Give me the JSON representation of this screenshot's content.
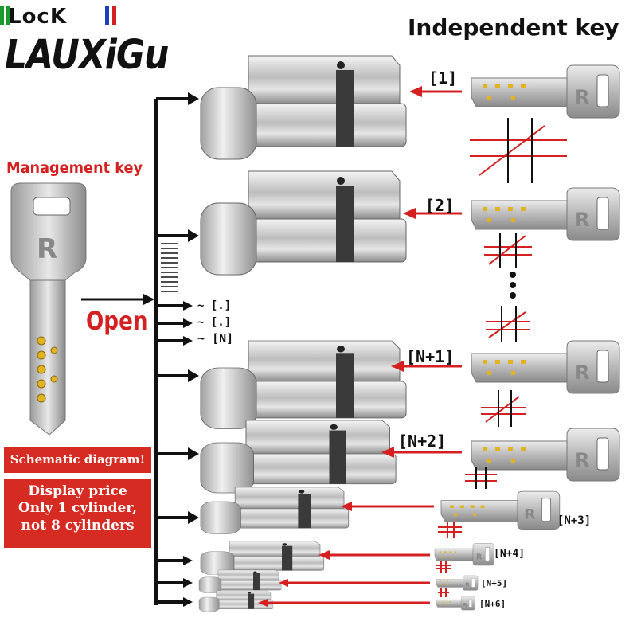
{
  "brand": {
    "lock_text": "LocK",
    "name": "LAUXiGu"
  },
  "headings": {
    "independent_key": "Independent key",
    "management_key": "Management key",
    "open": "Open"
  },
  "notes": {
    "schematic": "Schematic diagram!",
    "price_line1": "Display price",
    "price_line2": "Only 1 cylinder,",
    "price_line3": "not 8 cylinders"
  },
  "key_labels": [
    "[1]",
    "[2]",
    "[N+1]",
    "[N+2]",
    "[N+3]",
    "[N+4]",
    "[N+5]",
    "[N+6]"
  ],
  "ellipsis_labels": [
    "[.]",
    "[.]",
    "[N]"
  ],
  "colors": {
    "accent_red": "#d42020",
    "box_red": "#d62b22",
    "logo_green": "#1a9a2a",
    "logo_blue": "#1f3fbf",
    "logo_red": "#d42020",
    "metal": "#c8c8c8"
  }
}
